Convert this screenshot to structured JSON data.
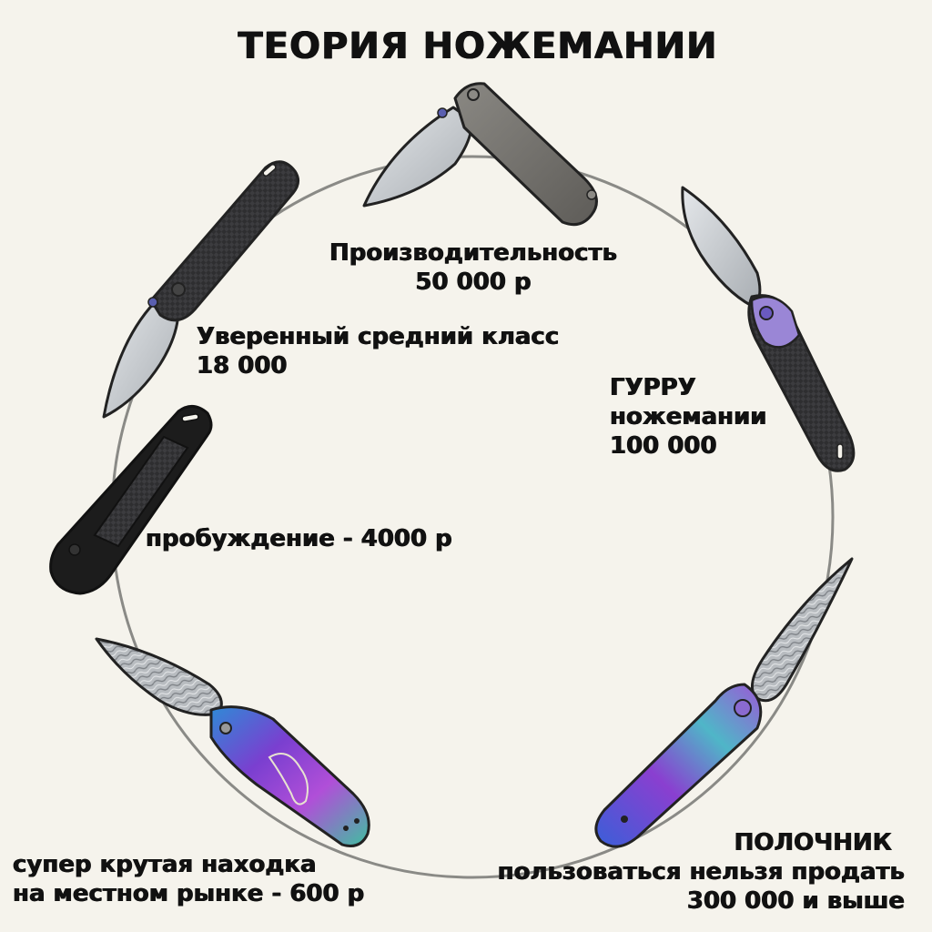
{
  "title": "ТЕОРИЯ НОЖЕМАНИИ",
  "stages": {
    "productivity": {
      "name": "Производительность",
      "price": "50 000 р"
    },
    "middle": {
      "name": "Уверенный средний класс",
      "price": "18 000"
    },
    "guru": {
      "line1": "ГУРРУ",
      "line2": "ножемании",
      "price": "100 000"
    },
    "awakening": {
      "text": "пробуждение - 4000 р"
    },
    "market": {
      "line1": "супер крутая находка",
      "line2": "на местном рынке - 600 р"
    },
    "shelf": {
      "name": "ПОЛОЧНИК",
      "line2": "пользоваться нельзя продать",
      "line3": "300 000 и выше"
    }
  },
  "colors": {
    "ring": "#8a8a86",
    "background": "#f5f3ec",
    "text": "#111111",
    "titanium": "#6f6d68",
    "carbon": "#2e2e30",
    "black_handle": "#1c1c1c",
    "rainbow_a": "#7a3fd0",
    "rainbow_b": "#2f8ad6",
    "rainbow_c": "#b04fd8",
    "blade": "#c9cdd1"
  }
}
